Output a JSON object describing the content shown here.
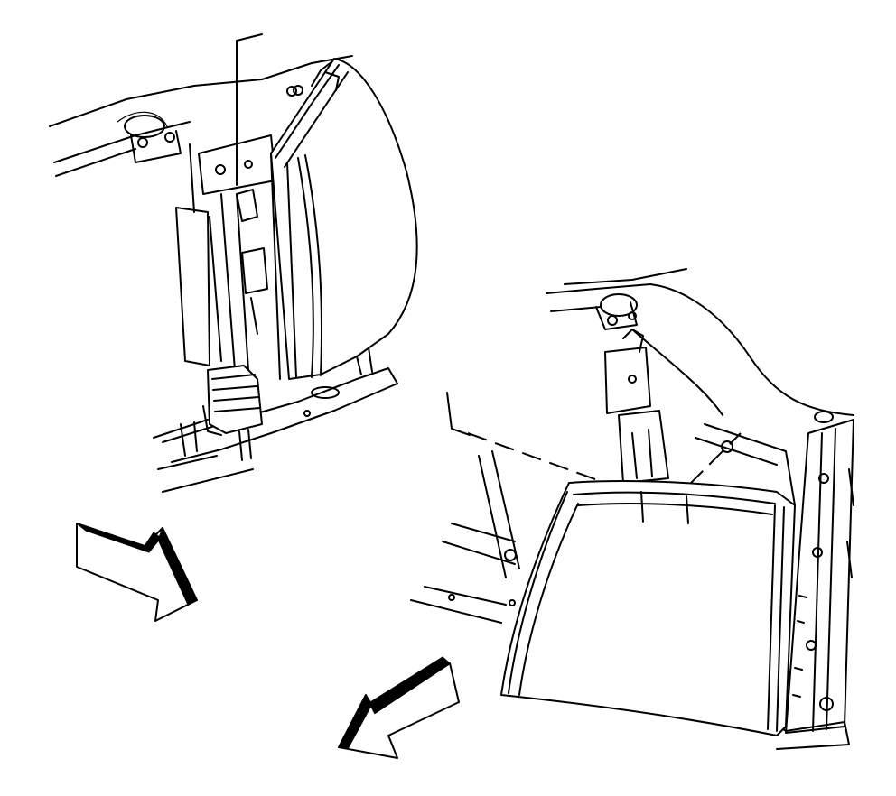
{
  "diagram": {
    "views": [
      "headlamp-installed-view",
      "headlamp-removed-view"
    ],
    "arrows": [
      "removal-direction-arrow-upper-left",
      "removal-direction-arrow-lower-center"
    ],
    "colors": {
      "line": "#000000",
      "background": "#ffffff"
    }
  }
}
